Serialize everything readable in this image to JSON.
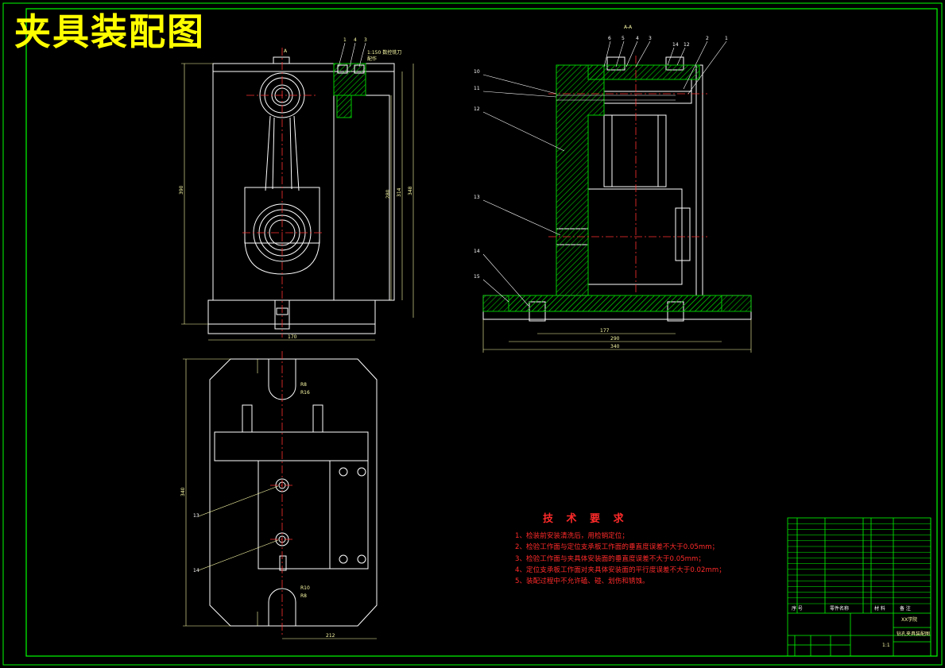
{
  "title": "夹具装配图",
  "views": {
    "section_label": "A-A",
    "cut_mark": "A",
    "top_callout_numbers": [
      "1",
      "4",
      "3"
    ],
    "top_note": [
      "1:150 数控铣刀",
      "配作"
    ],
    "section_callout_top": [
      "6",
      "5",
      "4",
      "3",
      "14",
      "12",
      "2",
      "1"
    ],
    "section_callout_left": [
      "10",
      "11",
      "12",
      "13",
      "14",
      "15"
    ],
    "plan_callouts": [
      "13",
      "14"
    ],
    "dims_front": [
      "390",
      "280",
      "314",
      "348",
      "170"
    ],
    "dims_section": [
      "177",
      "290",
      "340"
    ],
    "dims_plan": [
      "340",
      "R8",
      "R16",
      "R10",
      "R8",
      "212"
    ]
  },
  "requirements": {
    "title": "技 术 要 求",
    "items": [
      "1、检装前安装清洗后，用检销定位；",
      "2、检验工作面与定位支承板工作面的垂直度误差不大于0.05mm；",
      "3、检验工作面与夹具体安装面的垂直度误差不大于0.05mm；",
      "4、定位支承板工作面对夹具体安装面的平行度误差不大于0.02mm；",
      "5、装配过程中不允许磕、碰、划伤和锈蚀。"
    ]
  },
  "title_block": {
    "header_cols": [
      "序 号",
      "零件名称",
      "材 料",
      "备 注"
    ],
    "drawing_name": "钻孔夹具装配图",
    "school": "XX学院",
    "scale": "1:1"
  },
  "colors": {
    "frame": "#00ff00",
    "outline": "#ffffff",
    "hatch": "#00cc00",
    "center_line": "#ff3030",
    "dimension": "#ffffaa",
    "title": "#ffff00",
    "requirements": "#ff2a2a",
    "block": "#00ff00"
  }
}
